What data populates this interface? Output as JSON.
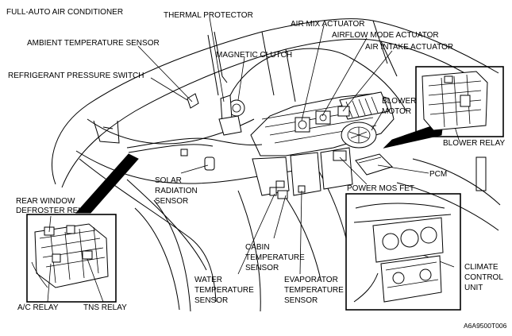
{
  "diagram": {
    "title": "FULL-AUTO AIR CONDITIONER",
    "figure_code": "A6A9500T006",
    "labels": {
      "thermal_protector": "THERMAL PROTECTOR",
      "ambient_temperature_sensor": "AMBIENT TEMPERATURE SENSOR",
      "air_mix_actuator": "AIR MIX ACTUATOR",
      "airflow_mode_actuator": "AIRFLOW MODE ACTUATOR",
      "air_intake_actuator": "AIR INTAKE ACTUATOR",
      "magnetic_clutch": "MAGNETIC CLUTCH",
      "refrigerant_pressure_switch": "REFRIGERANT PRESSURE SWITCH",
      "blower_motor": [
        "BLOWER",
        "MOTOR"
      ],
      "blower_relay": "BLOWER RELAY",
      "pcm": "PCM",
      "power_mos_fet": "POWER MOS FET",
      "solar_radiation_sensor": [
        "SOLAR",
        "RADIATION",
        "SENSOR"
      ],
      "rear_window_defroster_relay": [
        "REAR WINDOW",
        "DEFROSTER RELAY"
      ],
      "cabin_temperature_sensor": [
        "CABIN",
        "TEMPERATURE",
        "SENSOR"
      ],
      "water_temperature_sensor": [
        "WATER",
        "TEMPERATURE",
        "SENSOR"
      ],
      "evaporator_temperature_sensor": [
        "EVAPORATOR",
        "TEMPERATURE",
        "SENSOR"
      ],
      "climate_control_unit": [
        "CLIMATE",
        "CONTROL",
        "UNIT"
      ],
      "ac_relay": "A/C RELAY",
      "tns_relay": "TNS RELAY"
    }
  }
}
